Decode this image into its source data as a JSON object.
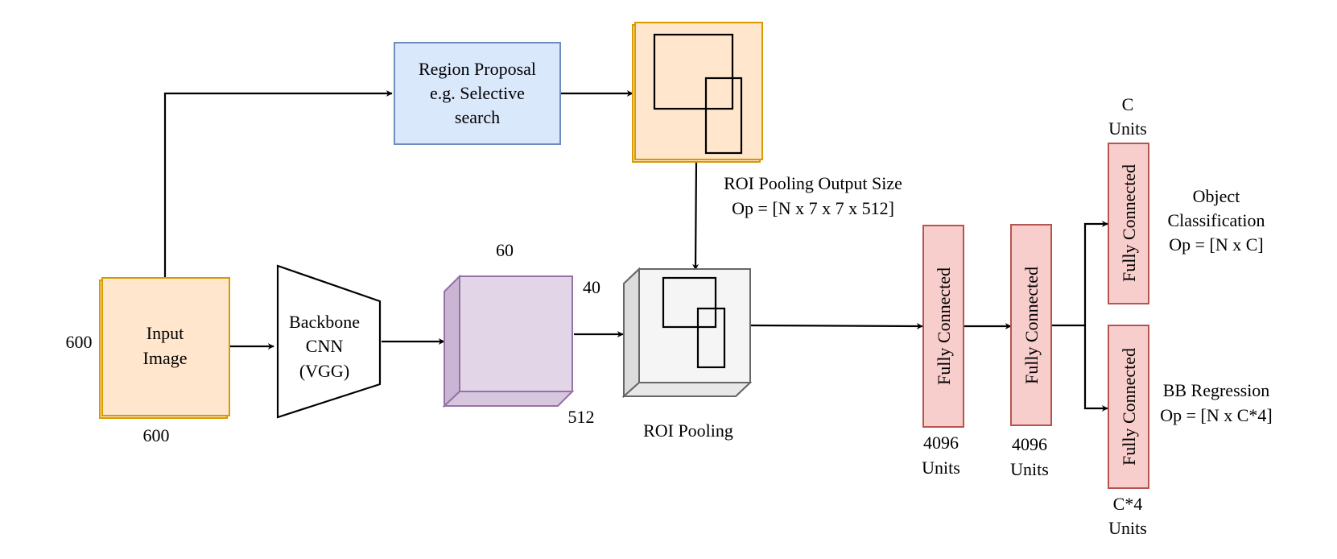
{
  "colors": {
    "input_fill": "#ffe6cc",
    "input_stroke": "#d79b00",
    "proposal_fill": "#dae8fc",
    "proposal_stroke": "#6c8ebf",
    "feature_fill": "#e1d5e7",
    "feature_stroke": "#9673a6",
    "roi_fill": "#f5f5f5",
    "roi_stroke": "#666666",
    "fc_fill": "#f8cecc",
    "fc_stroke": "#b85450"
  },
  "input": {
    "label_line1": "Input",
    "label_line2": "Image",
    "height_dim": "600",
    "width_dim": "600"
  },
  "backbone": {
    "line1": "Backbone",
    "line2": "CNN",
    "line3": "(VGG)"
  },
  "feature_map": {
    "top_dim": "60",
    "side_dim": "40",
    "depth_dim": "512"
  },
  "region_proposal": {
    "line1": "Region Proposal",
    "line2": "e.g. Selective",
    "line3": "search"
  },
  "roi_pooling": {
    "label": "ROI Pooling",
    "output_line1": "ROI Pooling Output Size",
    "output_line2": "Op = [N x 7 x 7 x 512]"
  },
  "fc_label": "Fully Connected",
  "fc1_units": {
    "line1": "4096",
    "line2": "Units"
  },
  "fc2_units": {
    "line1": "4096",
    "line2": "Units"
  },
  "fc_cls_units": {
    "line1": "C",
    "line2": "Units"
  },
  "fc_reg_units": {
    "line1": "C*4",
    "line2": "Units"
  },
  "classification": {
    "line1": "Object",
    "line2": "Classification",
    "line3": "Op = [N x C]"
  },
  "regression": {
    "line1": "BB Regression",
    "line2": "Op = [N x C*4]"
  }
}
